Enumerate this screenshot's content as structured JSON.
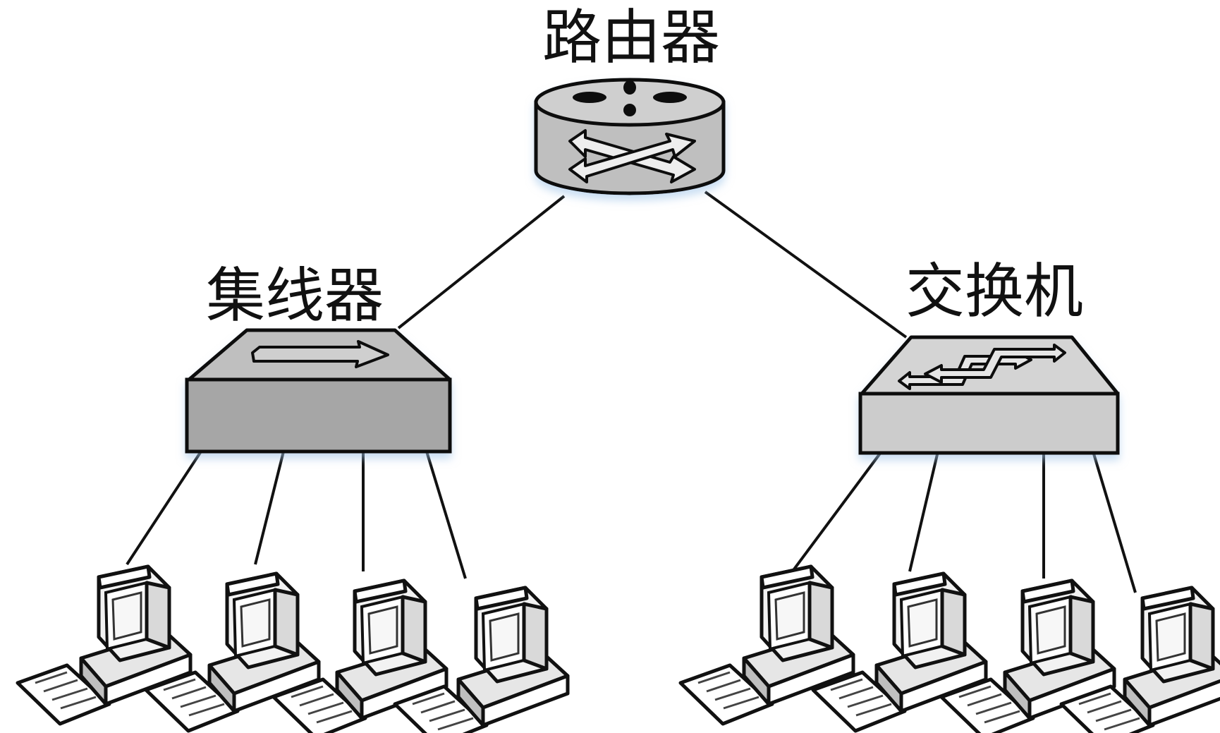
{
  "diagram": {
    "router": {
      "label": "路由器",
      "icon": "router-icon",
      "color": "#bfbfbf"
    },
    "hub": {
      "label": "集线器",
      "icon": "hub-icon",
      "color": "#a6a6a6"
    },
    "switch": {
      "label": "交换机",
      "icon": "switch-icon",
      "color": "#cccccc"
    },
    "hub_computers": [
      "computer-icon",
      "computer-icon",
      "computer-icon",
      "computer-icon"
    ],
    "switch_computers": [
      "computer-icon",
      "computer-icon",
      "computer-icon",
      "computer-icon"
    ]
  }
}
